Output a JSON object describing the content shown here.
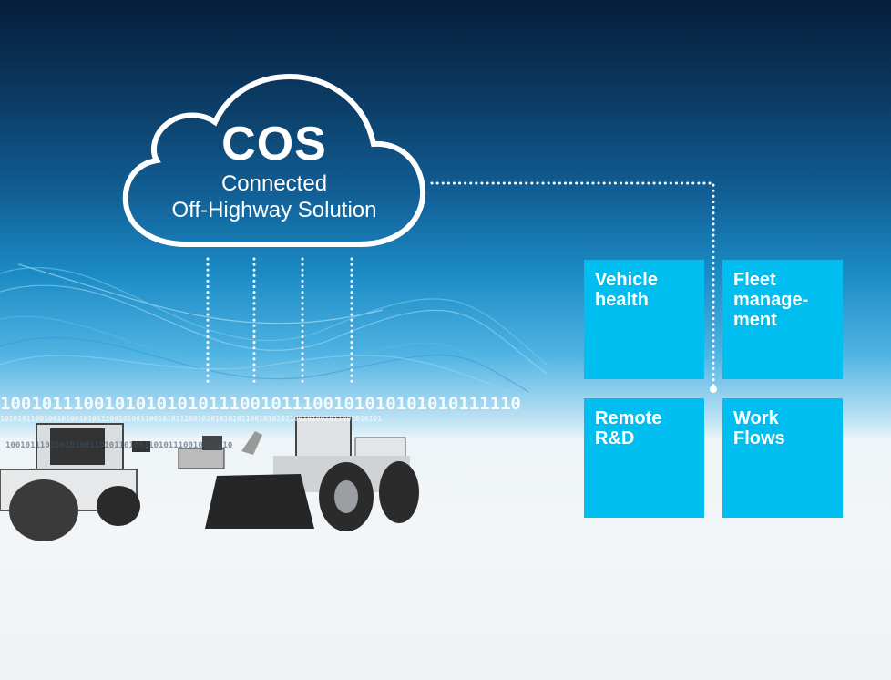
{
  "cloud": {
    "title": "COS",
    "subtitle_line1": "Connected",
    "subtitle_line2": "Off-Highway Solution"
  },
  "tiles": [
    {
      "line1": "Vehicle",
      "line2": "health",
      "line3": ""
    },
    {
      "line1": "Fleet",
      "line2": "manage-",
      "line3": "ment"
    },
    {
      "line1": "Remote",
      "line2": "R&D",
      "line3": ""
    },
    {
      "line1": "Work",
      "line2": "Flows",
      "line3": ""
    }
  ],
  "binary": {
    "main": "10010111001010101010111001011100101010101010111110",
    "small": "101010110010010100101011100101001100101011100101010101011001010101100101001011001010101",
    "small2": "1001011101001010011010110100110101110010101010"
  },
  "colors": {
    "tile": "#00bff0",
    "background_top": "#061f3a",
    "background_bottom": "#eef2f4"
  }
}
